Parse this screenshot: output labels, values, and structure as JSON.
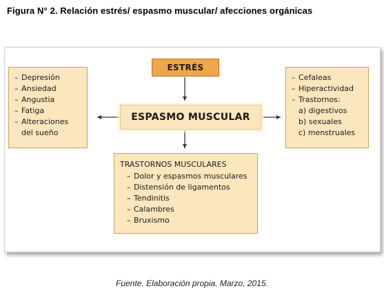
{
  "figure_title": "Figura N° 2. Relación estrés/ espasmo muscular/ afecciones orgánicas",
  "caption": "Fuente. Elaboración propia. Marzo, 2015.",
  "nodes": {
    "estres": "ESTRÉS",
    "espasmo": "ESPASMO MUSCULAR"
  },
  "left_box": {
    "items": [
      {
        "dash": "–",
        "text": "Depresión"
      },
      {
        "dash": "–",
        "text": "Ansiedad"
      },
      {
        "dash": "–",
        "text": "Angustia"
      },
      {
        "dash": "–",
        "text": "Fatiga"
      },
      {
        "dash": "–",
        "text": "Alteraciones"
      },
      {
        "dash": "",
        "text": "del sueño"
      }
    ]
  },
  "right_box": {
    "items": [
      {
        "dash": "–",
        "text": "Cefaleas"
      },
      {
        "dash": "–",
        "text": "Hiperactividad"
      },
      {
        "dash": "–",
        "text": "Trastornos:"
      },
      {
        "dash": "",
        "text": "a) digestivos"
      },
      {
        "dash": "",
        "text": "b) sexuales"
      },
      {
        "dash": "",
        "text": "c) menstruales"
      }
    ]
  },
  "bottom_box": {
    "title": "TRASTORNOS MUSCULARES",
    "items": [
      {
        "dash": "–",
        "text": "Dolor y espasmos musculares"
      },
      {
        "dash": "–",
        "text": "Distensión de ligamentos"
      },
      {
        "dash": "–",
        "text": "Tendinitis"
      },
      {
        "dash": "–",
        "text": "Calambres"
      },
      {
        "dash": "–",
        "text": "Bruxismo"
      }
    ]
  },
  "colors": {
    "estres_fill": "#f0a64a",
    "box_fill": "#fbe6bd",
    "arrow": "#333333"
  }
}
